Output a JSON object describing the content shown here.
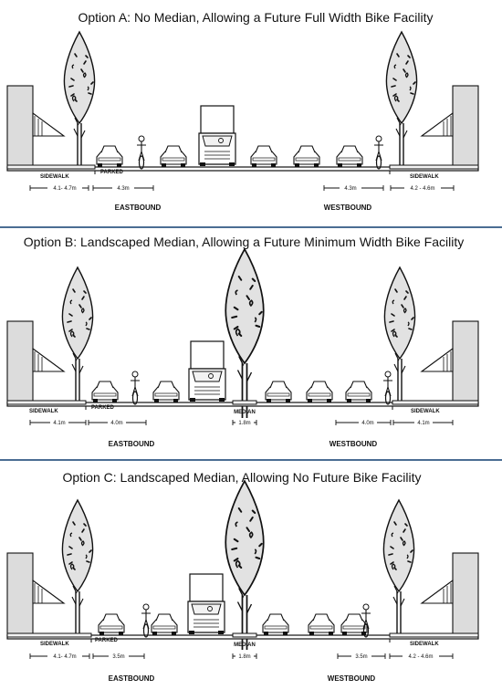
{
  "colors": {
    "divider": "#4a6d93",
    "line": "#111111",
    "tree_fill": "#e2e2e2",
    "building_fill": "#dcdcdc"
  },
  "panels": [
    {
      "title": "Option A: No Median, Allowing a Future Full Width Bike Facility",
      "sidewalk_left": "SIDEWALK",
      "parked": "PARKED",
      "sidewalk_right": "SIDEWALK",
      "dim_left_sidewalk": "4.1- 4.7m",
      "dim_left_lanes": "4.3m",
      "dim_right_lanes": "4.3m",
      "dim_right_sidewalk": "4.2 - 4.6m",
      "eastbound": "EASTBOUND",
      "westbound": "WESTBOUND"
    },
    {
      "title": "Option B: Landscaped Median, Allowing a Future Minimum Width Bike Facility",
      "sidewalk_left": "SIDEWALK",
      "parked": "PARKED",
      "median": "MEDIAN",
      "sidewalk_right": "SIDEWALK",
      "dim_left_sidewalk": "4.1m",
      "dim_left_lanes": "4.0m",
      "dim_median": "1.8m",
      "dim_right_lanes": "4.0m",
      "dim_right_sidewalk": "4.1m",
      "eastbound": "EASTBOUND",
      "westbound": "WESTBOUND"
    },
    {
      "title": "Option C: Landscaped Median, Allowing  No Future Bike Facility",
      "sidewalk_left": "SIDEWALK",
      "parked": "PARKED",
      "median": "MEDIAN",
      "sidewalk_right": "SIDEWALK",
      "dim_left_sidewalk": "4.1- 4.7m",
      "dim_left_lanes": "3.5m",
      "dim_median": "1.8m",
      "dim_right_lanes": "3.5m",
      "dim_right_sidewalk": "4.2 - 4.6m",
      "eastbound": "EASTBOUND",
      "westbound": "WESTBOUND"
    }
  ]
}
